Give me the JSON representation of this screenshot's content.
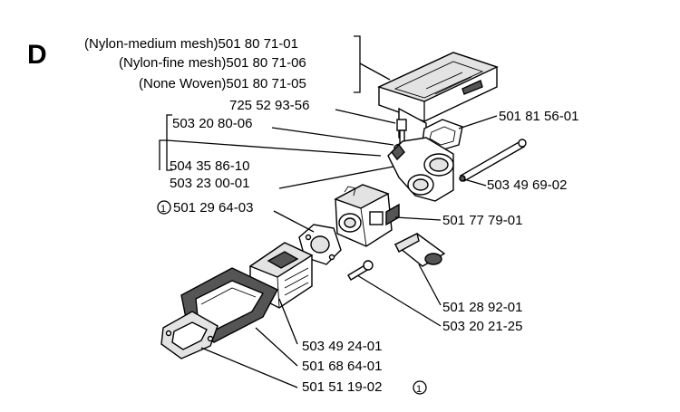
{
  "section_letter": "D",
  "labels": {
    "nylon_medium": "(Nylon-medium mesh)501 80 71-01",
    "nylon_fine": "(Nylon-fine mesh)501 80 71-06",
    "none_woven": "(None Woven)501 80 71-05",
    "bolt": "725 52 93-56",
    "washer": "503 20 80-06",
    "gasket_top": "501 81 56-01",
    "spacer": "504 35 86-10",
    "intake": "503 23 00-01",
    "stud": "503 49 69-02",
    "carb_gasket": "501 29 64-03",
    "carb_gasket_marker": "1",
    "carburetor": "501 77 79-01",
    "sleeve": "501 28 92-01",
    "screw": "503 20 21-25",
    "air_housing": "503 49 24-01",
    "rubber_boot": "501 68 64-01",
    "flange_gasket": "501 51 19-02",
    "flange_gasket_marker": "1"
  }
}
